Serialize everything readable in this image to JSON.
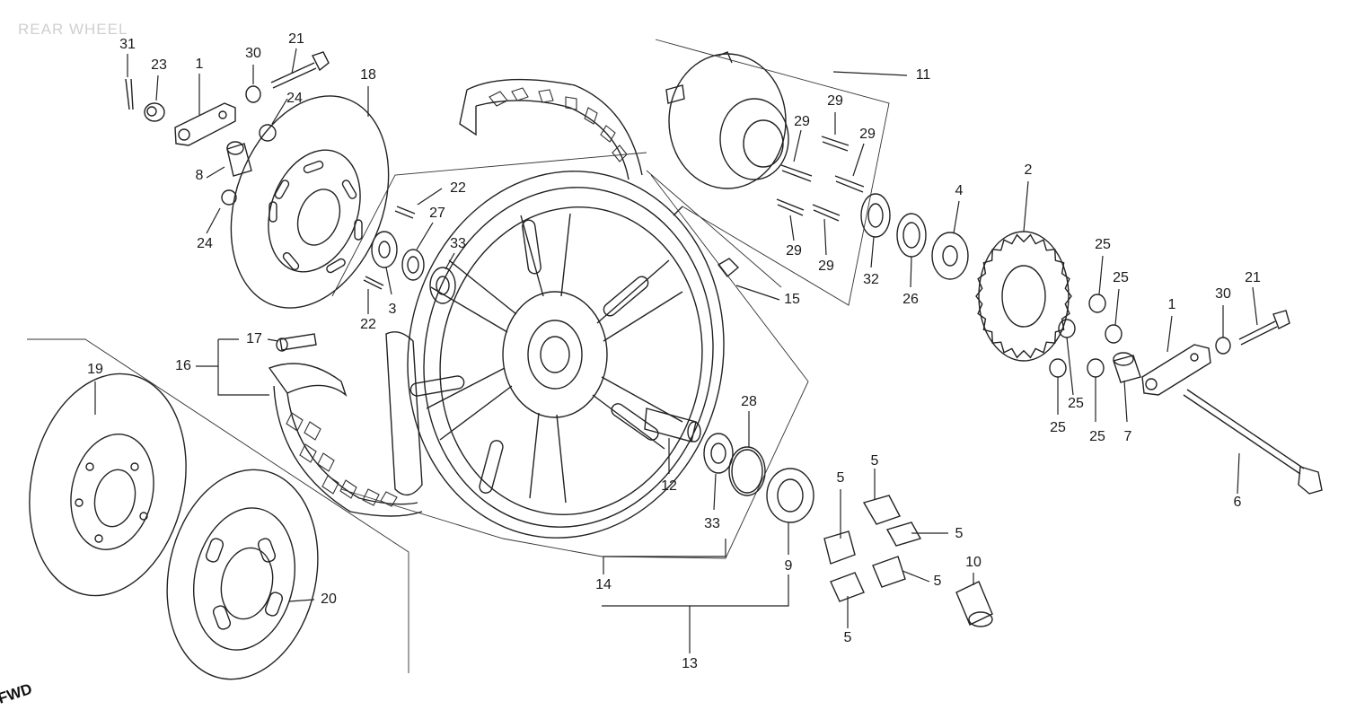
{
  "diagram": {
    "title": "REAR WHEEL",
    "direction_label": "FWD",
    "callouts": [
      {
        "key": "c31",
        "text": "31"
      },
      {
        "key": "c23",
        "text": "23"
      },
      {
        "key": "c1a",
        "text": "1"
      },
      {
        "key": "c30a",
        "text": "30"
      },
      {
        "key": "c21a",
        "text": "21"
      },
      {
        "key": "c18",
        "text": "18"
      },
      {
        "key": "c24a",
        "text": "24"
      },
      {
        "key": "c8",
        "text": "8"
      },
      {
        "key": "c24b",
        "text": "24"
      },
      {
        "key": "c22a",
        "text": "22"
      },
      {
        "key": "c27",
        "text": "27"
      },
      {
        "key": "c33a",
        "text": "33"
      },
      {
        "key": "c3",
        "text": "3"
      },
      {
        "key": "c22b",
        "text": "22"
      },
      {
        "key": "c17",
        "text": "17"
      },
      {
        "key": "c16",
        "text": "16"
      },
      {
        "key": "c19",
        "text": "19"
      },
      {
        "key": "c20",
        "text": "20"
      },
      {
        "key": "c11",
        "text": "11"
      },
      {
        "key": "c29a",
        "text": "29"
      },
      {
        "key": "c29b",
        "text": "29"
      },
      {
        "key": "c29c",
        "text": "29"
      },
      {
        "key": "c29d",
        "text": "29"
      },
      {
        "key": "c29e",
        "text": "29"
      },
      {
        "key": "c15",
        "text": "15"
      },
      {
        "key": "c32",
        "text": "32"
      },
      {
        "key": "c26",
        "text": "26"
      },
      {
        "key": "c4",
        "text": "4"
      },
      {
        "key": "c2",
        "text": "2"
      },
      {
        "key": "c25a",
        "text": "25"
      },
      {
        "key": "c25b",
        "text": "25"
      },
      {
        "key": "c25c",
        "text": "25"
      },
      {
        "key": "c25d",
        "text": "25"
      },
      {
        "key": "c25e",
        "text": "25"
      },
      {
        "key": "c1b",
        "text": "1"
      },
      {
        "key": "c30b",
        "text": "30"
      },
      {
        "key": "c21b",
        "text": "21"
      },
      {
        "key": "c7",
        "text": "7"
      },
      {
        "key": "c6",
        "text": "6"
      },
      {
        "key": "c28",
        "text": "28"
      },
      {
        "key": "c12",
        "text": "12"
      },
      {
        "key": "c33b",
        "text": "33"
      },
      {
        "key": "c9",
        "text": "9"
      },
      {
        "key": "c14",
        "text": "14"
      },
      {
        "key": "c13",
        "text": "13"
      },
      {
        "key": "c5a",
        "text": "5"
      },
      {
        "key": "c5b",
        "text": "5"
      },
      {
        "key": "c5c",
        "text": "5"
      },
      {
        "key": "c5d",
        "text": "5"
      },
      {
        "key": "c5e",
        "text": "5"
      },
      {
        "key": "c10",
        "text": "10"
      }
    ]
  }
}
